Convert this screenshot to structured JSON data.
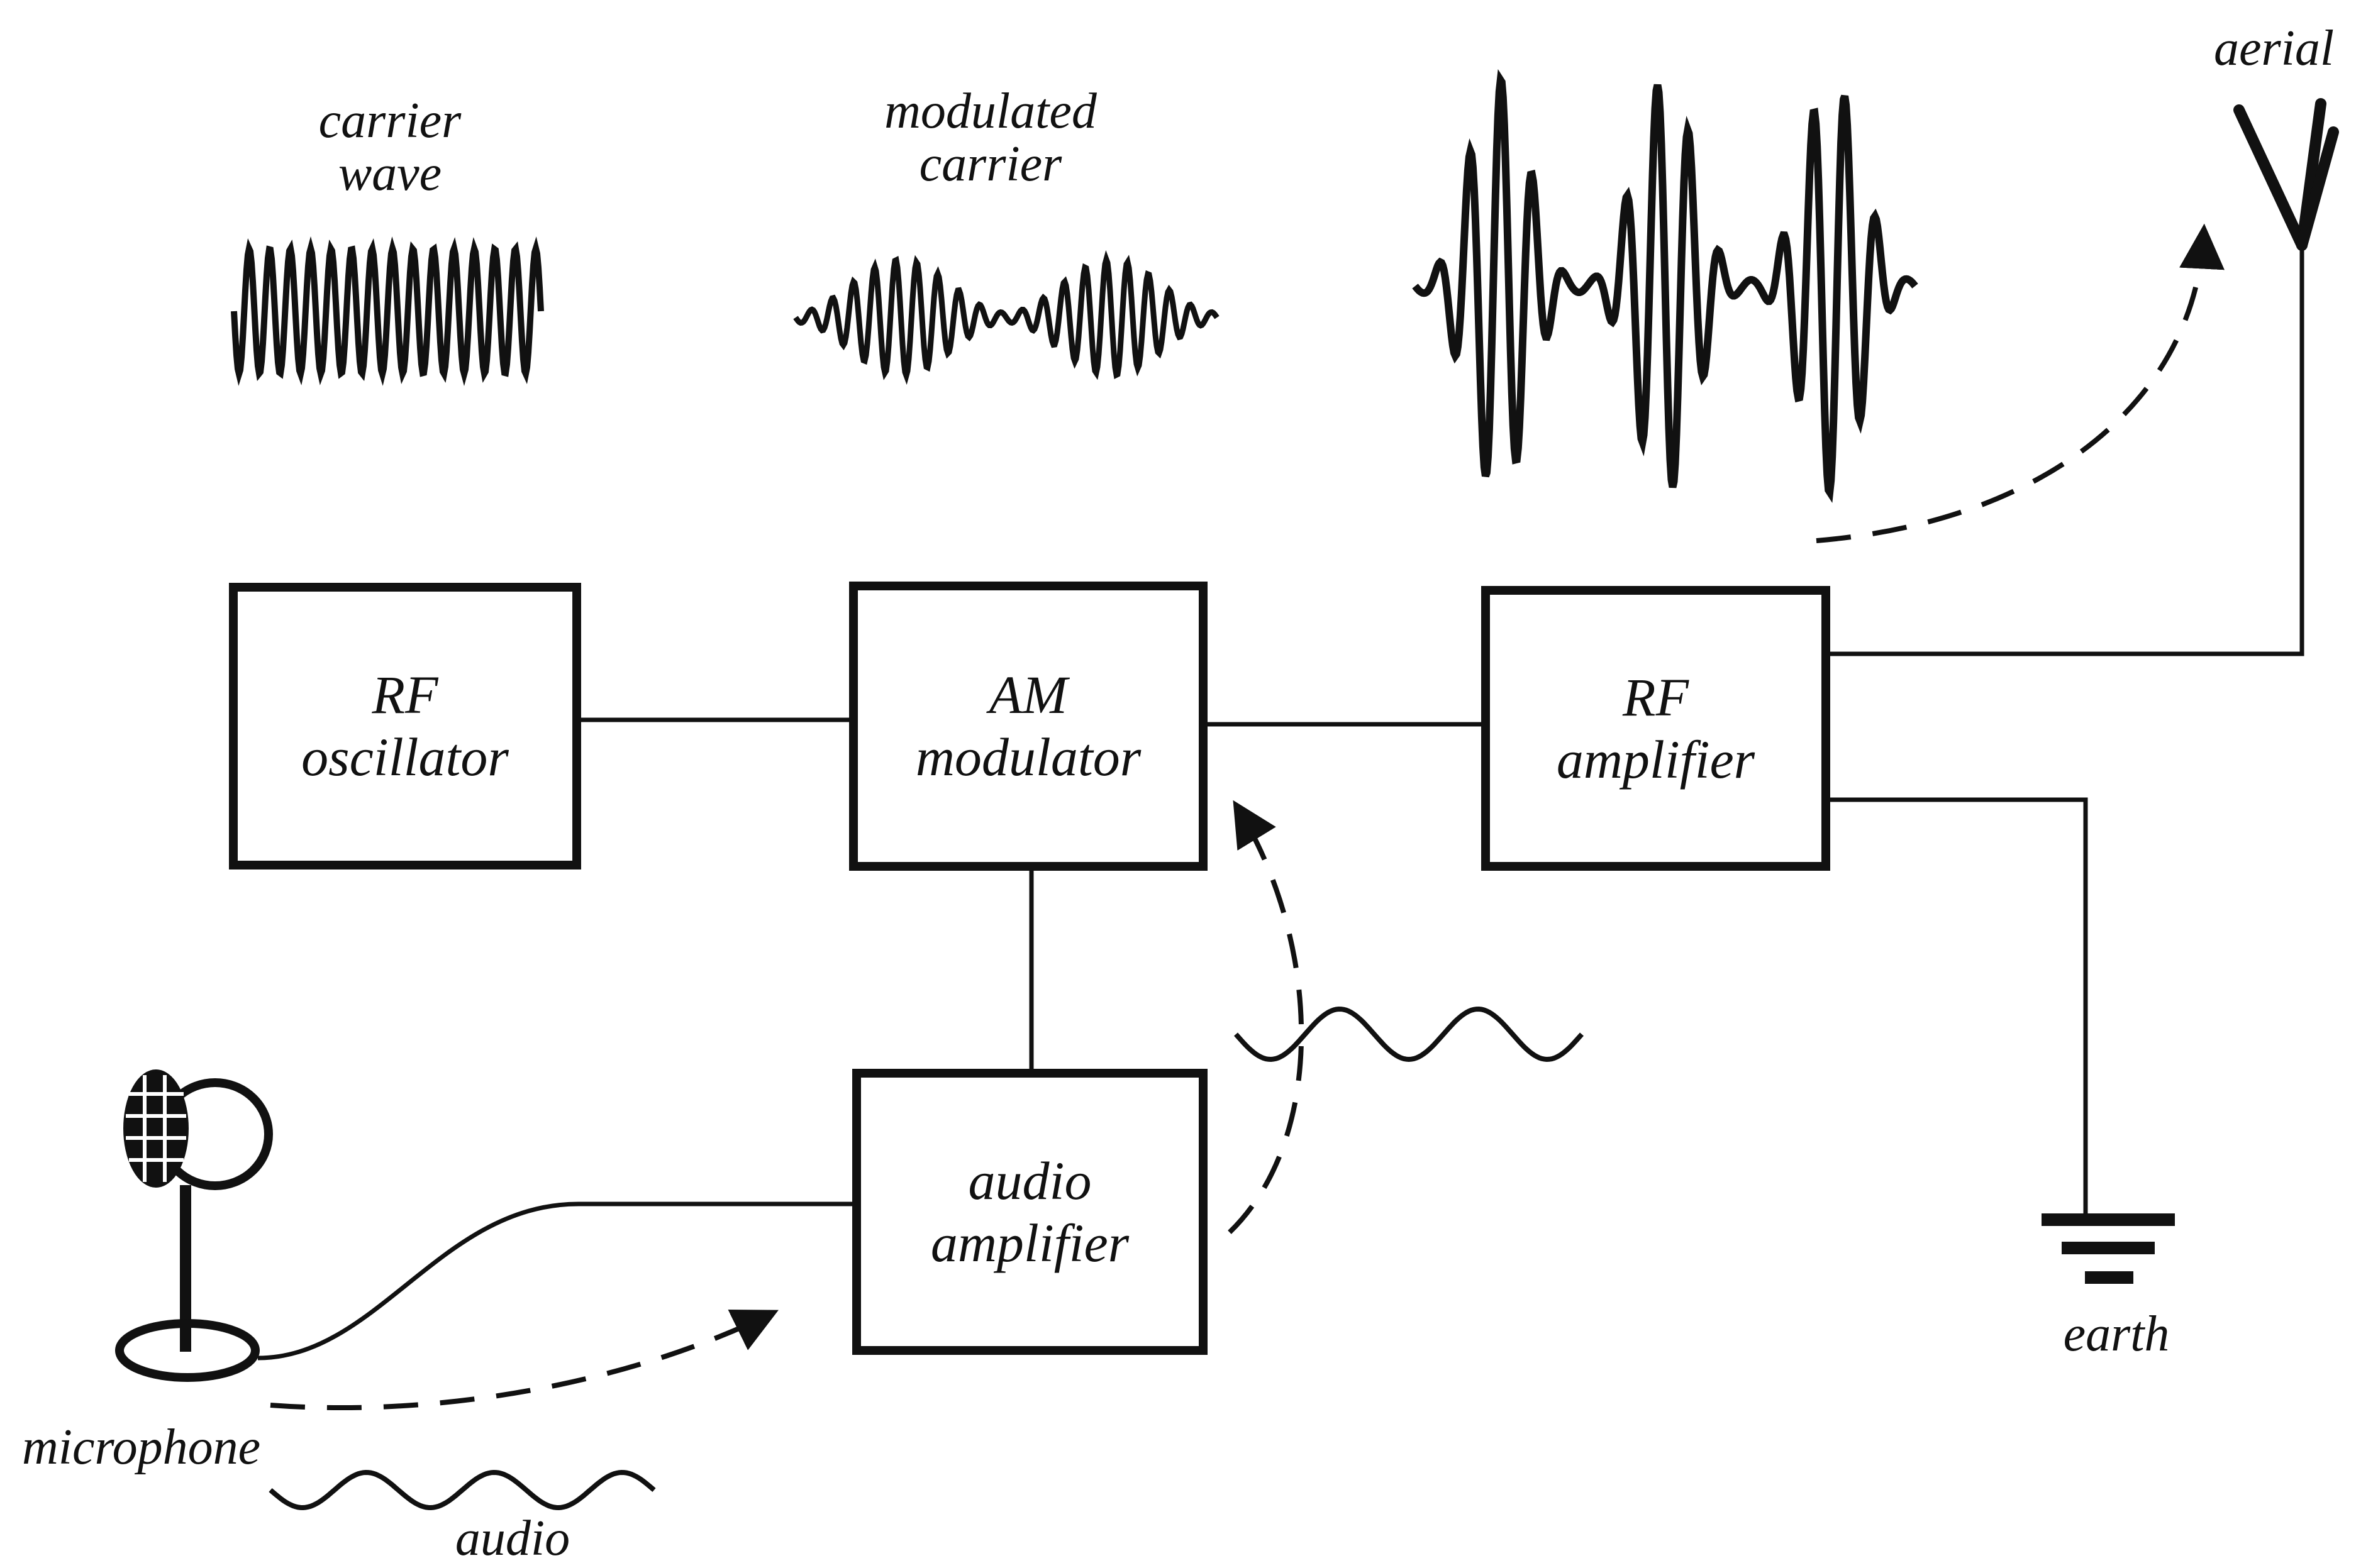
{
  "labels": {
    "carrier_wave": [
      "carrier",
      "wave"
    ],
    "modulated_carrier": [
      "modulated",
      "carrier"
    ],
    "aerial": "aerial",
    "microphone": "microphone",
    "audio": "audio",
    "earth": "earth"
  },
  "blocks": {
    "rf_oscillator": [
      "RF",
      "oscillator"
    ],
    "am_modulator": [
      "AM",
      "modulator"
    ],
    "rf_amplifier": [
      "RF",
      "amplifier"
    ],
    "audio_amplifier": [
      "audio",
      "amplifier"
    ]
  },
  "colors": {
    "ink": "#111111",
    "background": "#ffffff"
  }
}
